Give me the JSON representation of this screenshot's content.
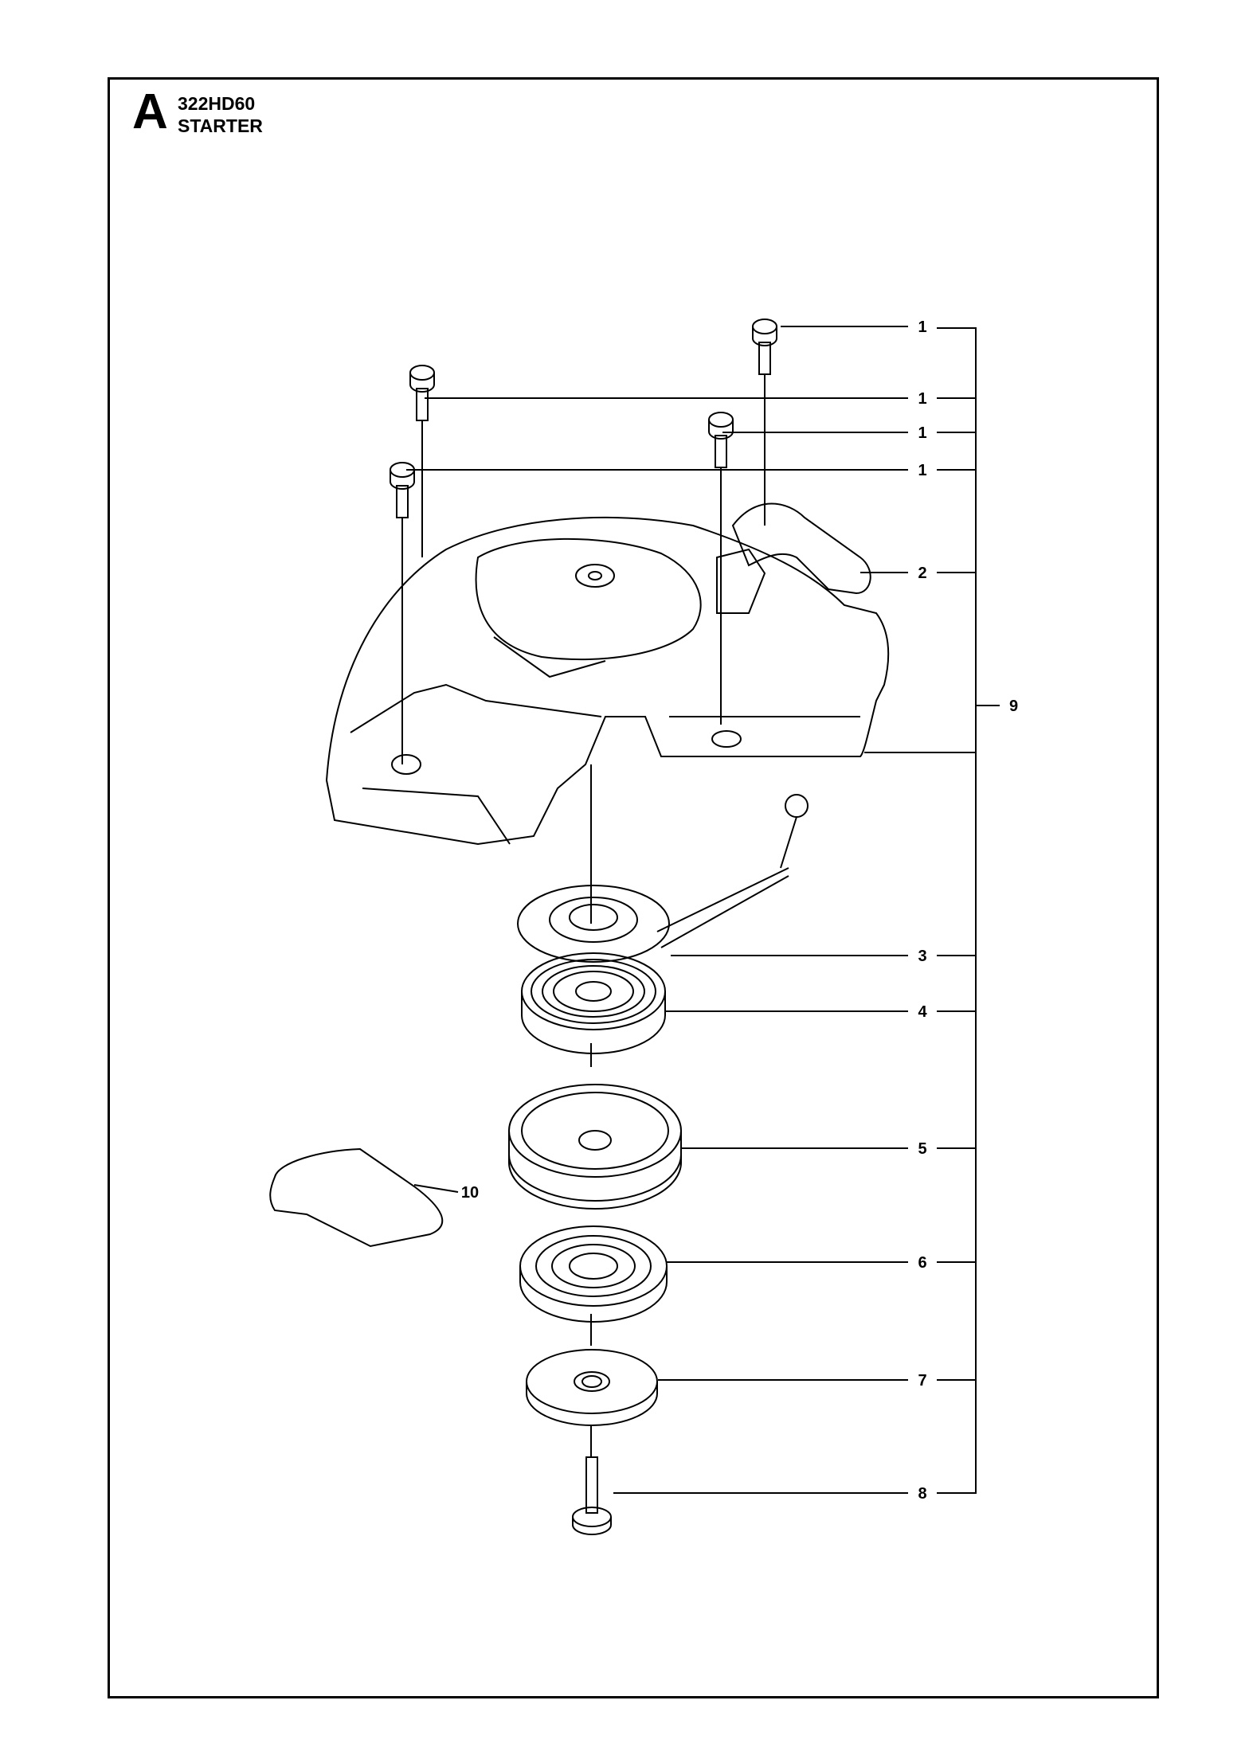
{
  "header": {
    "section_letter": "A",
    "model": "322HD60",
    "assembly_name": "STARTER"
  },
  "callouts": {
    "screw_1a": "1",
    "screw_1b": "1",
    "screw_1c": "1",
    "screw_1d": "1",
    "handle": "2",
    "pulley_guide": "3",
    "spring_cassette": "4",
    "pulley": "5",
    "spring": "6",
    "cover_washer": "7",
    "center_screw": "8",
    "assembly": "9",
    "label": "10"
  }
}
